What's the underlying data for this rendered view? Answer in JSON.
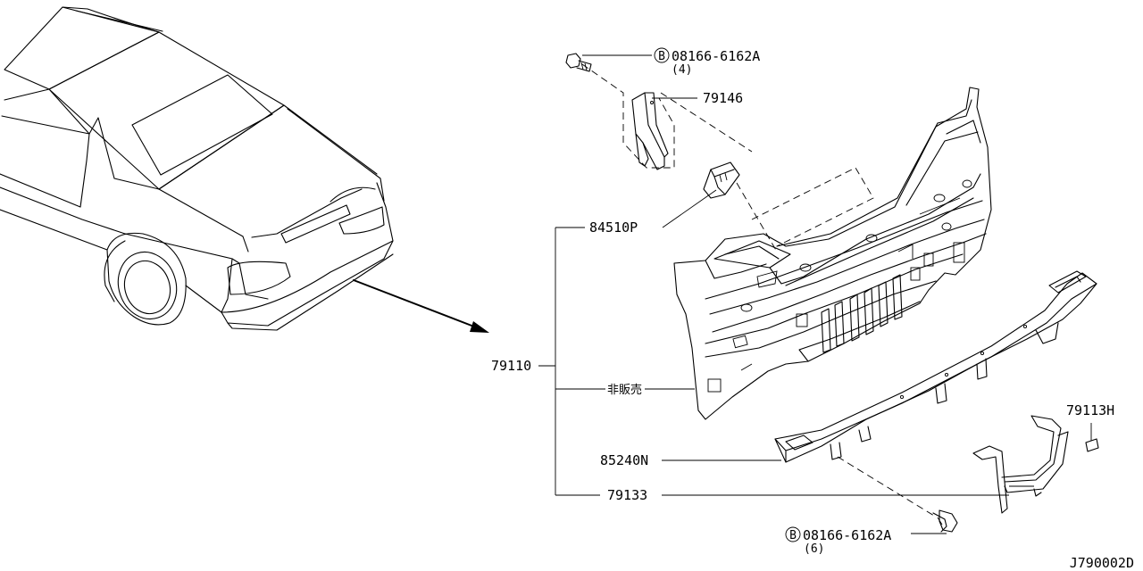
{
  "callouts": {
    "bolt_top": {
      "symbol": "B",
      "part": "08166-6162A",
      "qty": "(4)"
    },
    "bracket": "79146",
    "clip": "84510P",
    "panel_assy": "79110",
    "not_sold": "非販売",
    "member": "85240N",
    "stay": "79133",
    "small_clip": "79113H",
    "bolt_bottom": {
      "symbol": "B",
      "part": "08166-6162A",
      "qty": "(6)"
    }
  },
  "diagram_code": "J790002D"
}
